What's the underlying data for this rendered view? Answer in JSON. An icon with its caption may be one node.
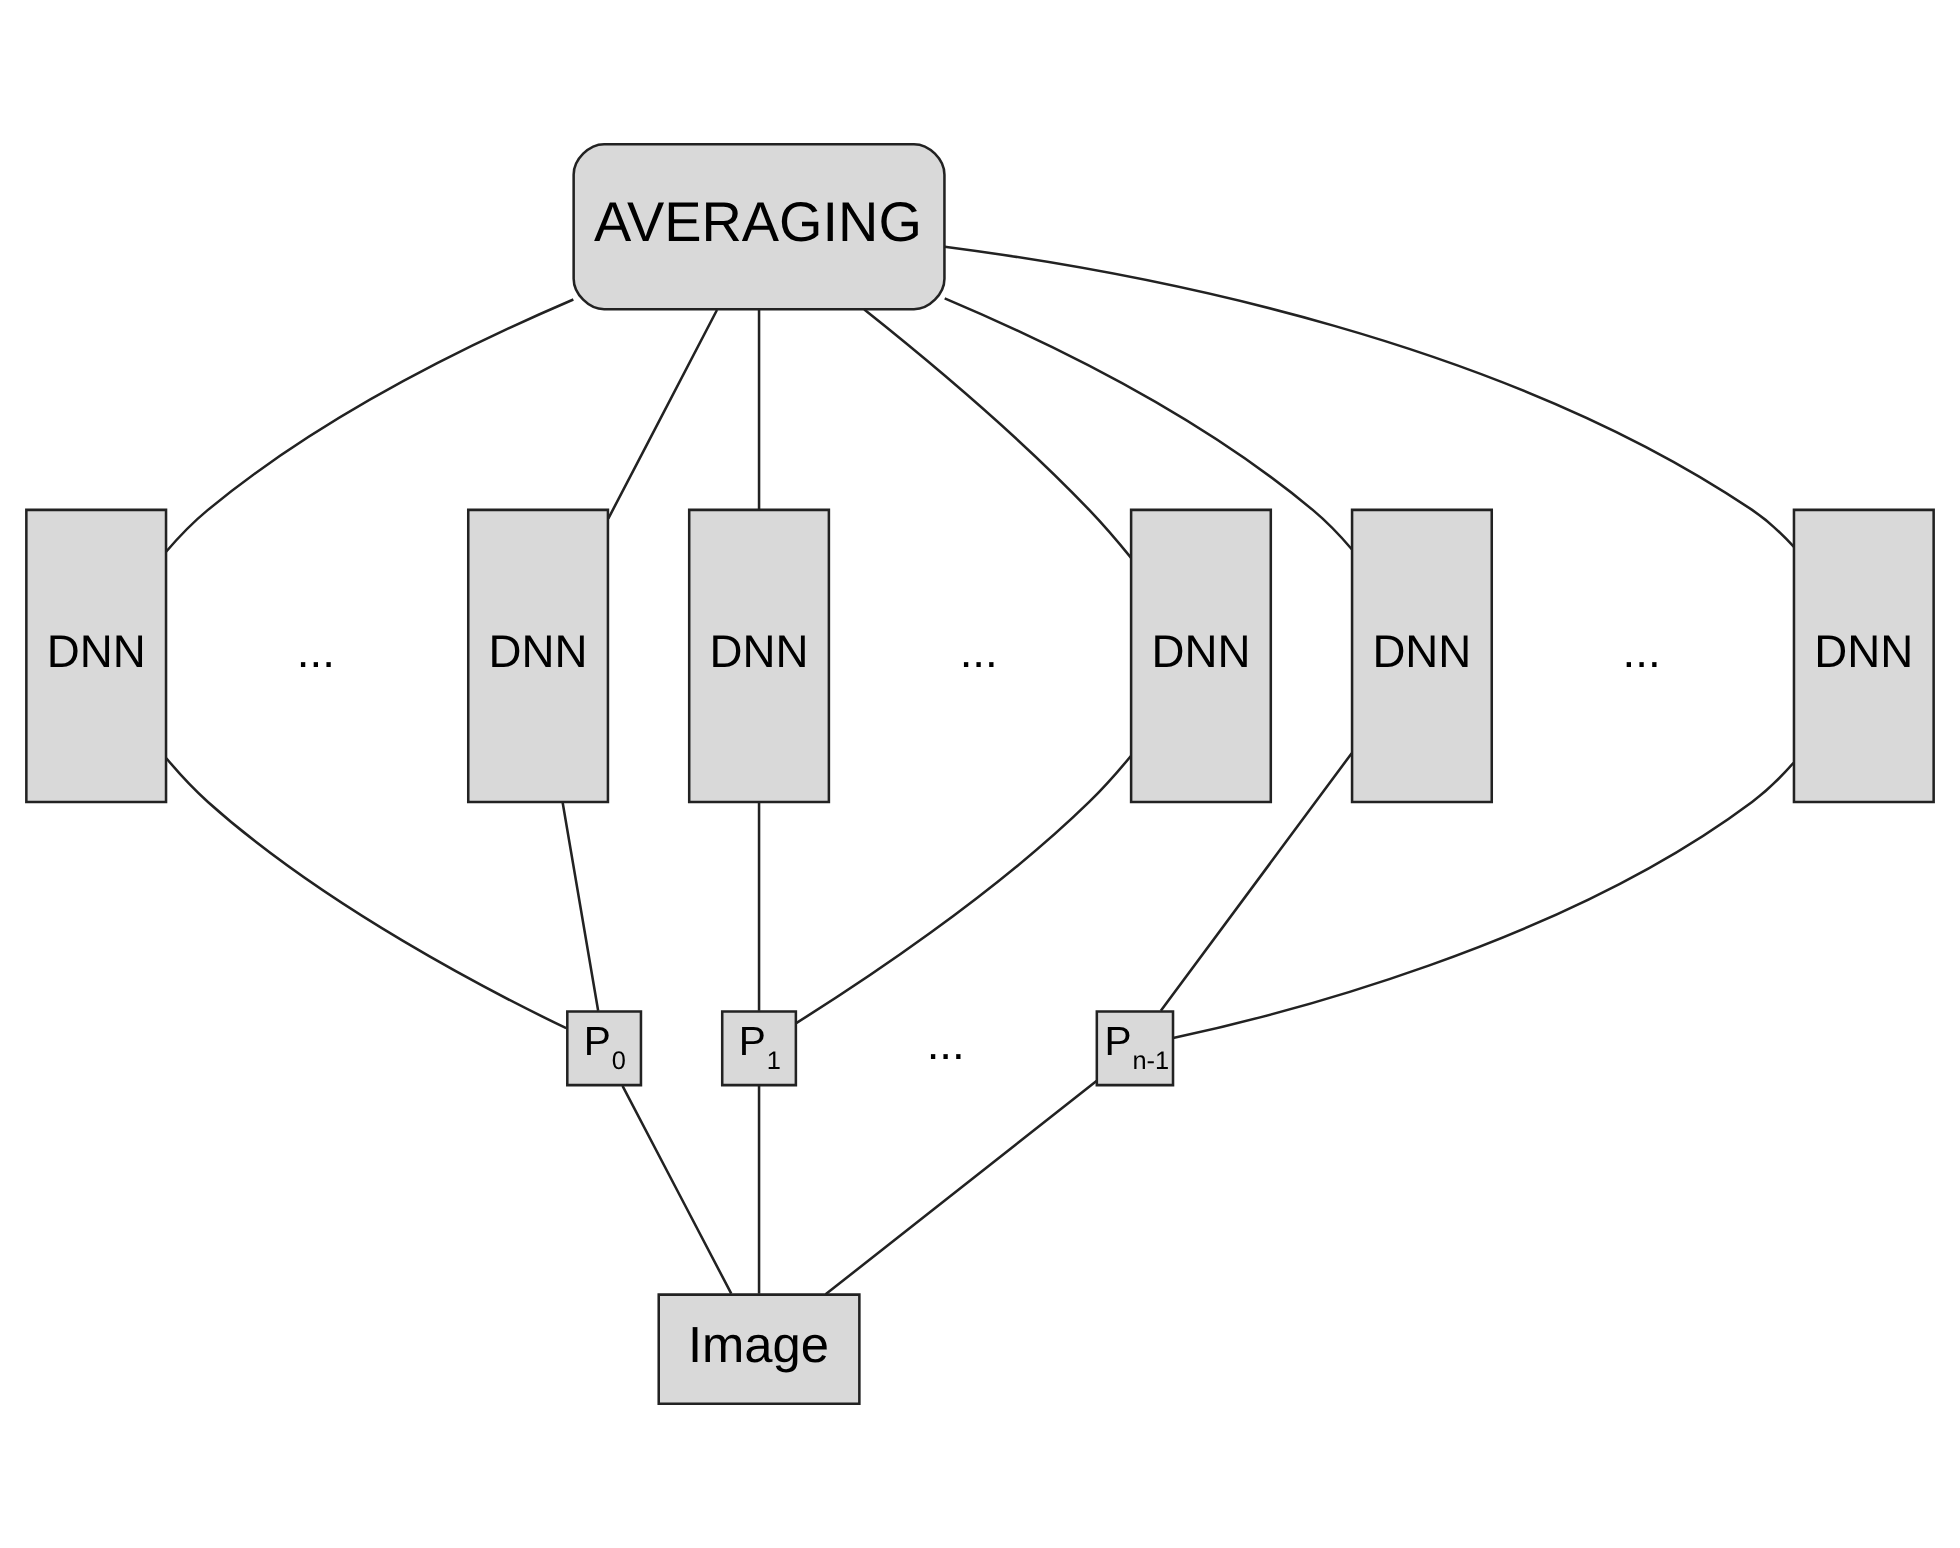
{
  "diagram": {
    "nodes": [
      {
        "text": [
          "AVERAGING"
        ]
      },
      {
        "text": [
          "DNN"
        ]
      },
      {
        "text": [
          "DNN"
        ]
      },
      {
        "text": [
          "DNN"
        ]
      },
      {
        "text": [
          "DNN"
        ]
      },
      {
        "text": [
          "DNN"
        ]
      },
      {
        "text": [
          "DNN"
        ]
      },
      {
        "text": [
          "P$_{0}$"
        ]
      },
      {
        "text": [
          "P$_{1}$"
        ]
      },
      {
        "text": [
          "P$_{n-1}$"
        ]
      },
      {
        "text": [
          "Image"
        ]
      }
    ],
    "edges": [
      {
        "from": 0,
        "to": 1,
        "arrow": "none"
      },
      {
        "from": 0,
        "to": 2,
        "arrow": "none"
      },
      {
        "from": 0,
        "to": 3,
        "arrow": "none"
      },
      {
        "from": 0,
        "to": 4,
        "arrow": "none"
      },
      {
        "from": 0,
        "to": 5,
        "arrow": "none"
      },
      {
        "from": 0,
        "to": 6,
        "arrow": "none"
      },
      {
        "from": 1,
        "to": 7,
        "arrow": "none"
      },
      {
        "from": 2,
        "to": 7,
        "arrow": "none"
      },
      {
        "from": 3,
        "to": 8,
        "arrow": "none"
      },
      {
        "from": 4,
        "to": 8,
        "arrow": "none"
      },
      {
        "from": 5,
        "to": 9,
        "arrow": "none"
      },
      {
        "from": 6,
        "to": 9,
        "arrow": "none"
      },
      {
        "from": 7,
        "to": 10,
        "arrow": "none"
      },
      {
        "from": 8,
        "to": 10,
        "arrow": "none"
      },
      {
        "from": 9,
        "to": 10,
        "arrow": "none"
      }
    ],
    "labels": [
      "...",
      "...",
      "...",
      "..."
    ]
  }
}
